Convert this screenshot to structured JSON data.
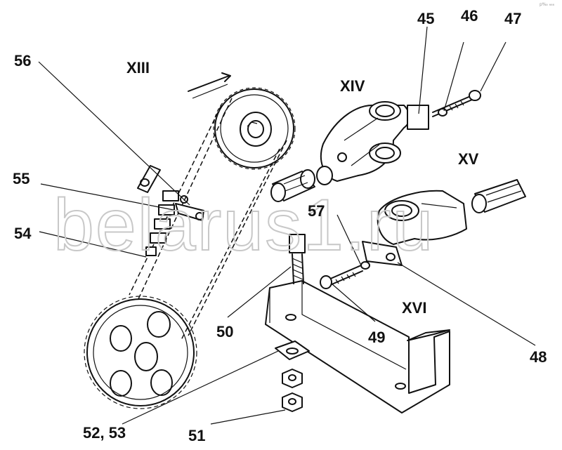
{
  "corner_mark": "р‰ ₆₆₆",
  "watermark": "belarus1.ru",
  "assemblies": [
    "XIII",
    "XIV",
    "XV",
    "XVI"
  ],
  "part_numbers": [
    "45",
    "46",
    "47",
    "48",
    "49",
    "50",
    "51",
    "52, 53",
    "54",
    "55",
    "56",
    "57"
  ]
}
